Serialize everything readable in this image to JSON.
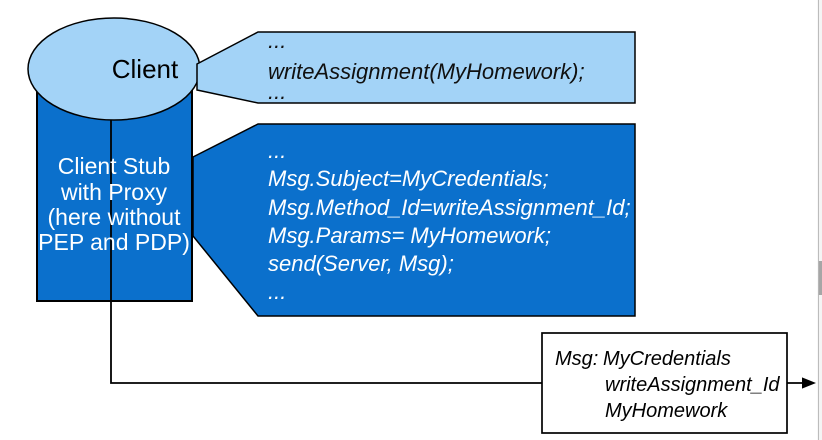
{
  "colors": {
    "light_blue": "#a3d3f7",
    "dark_blue": "#0b70cc",
    "outline": "#000000",
    "scroll_track": "#f4f4f4",
    "scroll_thumb": "#a6a6a6",
    "scroll_border": "#b5b5b5"
  },
  "client": {
    "label": "Client"
  },
  "client_stub": {
    "lines": [
      "Client Stub",
      "with Proxy",
      "(here without",
      "PEP and PDP)"
    ]
  },
  "callout_client_code": {
    "lines": [
      "...",
      "writeAssignment(MyHomework);",
      "..."
    ]
  },
  "callout_stub_code": {
    "lines": [
      "...",
      "Msg.Subject=MyCredentials;",
      "Msg.Method_Id=writeAssignment_Id;",
      "Msg.Params= MyHomework;",
      "send(Server, Msg);",
      "..."
    ]
  },
  "message_box": {
    "label": "Msg:",
    "values": [
      "MyCredentials",
      "writeAssignment_Id",
      "MyHomework"
    ]
  }
}
